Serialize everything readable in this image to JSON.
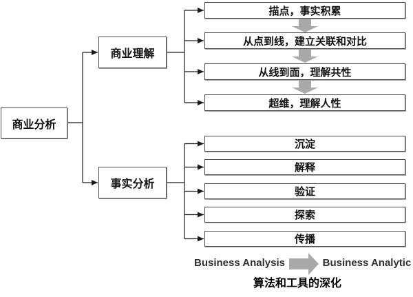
{
  "diagram": {
    "root": {
      "label": "商业分析"
    },
    "branches": [
      {
        "label": "商业理解",
        "children": [
          {
            "label": "描点，事实积累"
          },
          {
            "label": "从点到线，建立关联和对比"
          },
          {
            "label": "从线到面，理解共性"
          },
          {
            "label": "超维，理解人性"
          }
        ]
      },
      {
        "label": "事实分析",
        "children": [
          {
            "label": "沉淀"
          },
          {
            "label": "解释"
          },
          {
            "label": "验证"
          },
          {
            "label": "探索"
          },
          {
            "label": "传播"
          }
        ]
      }
    ]
  },
  "footer": {
    "from_label": "Business Analysis",
    "to_label": "Business Analytic",
    "caption": "算法和工具的深化"
  },
  "icons": {
    "down_block_arrow": "▼ thick gray block arrow between sequential steps",
    "right_block_arrow": "► thick gray block arrow from Business Analysis to Business Analytic"
  },
  "colors": {
    "background": "#ffffff",
    "box_border": "#4a4a4a",
    "text": "#111111",
    "connector_line": "#1a1a1a",
    "block_arrow_gray": "#a9a9a9"
  }
}
